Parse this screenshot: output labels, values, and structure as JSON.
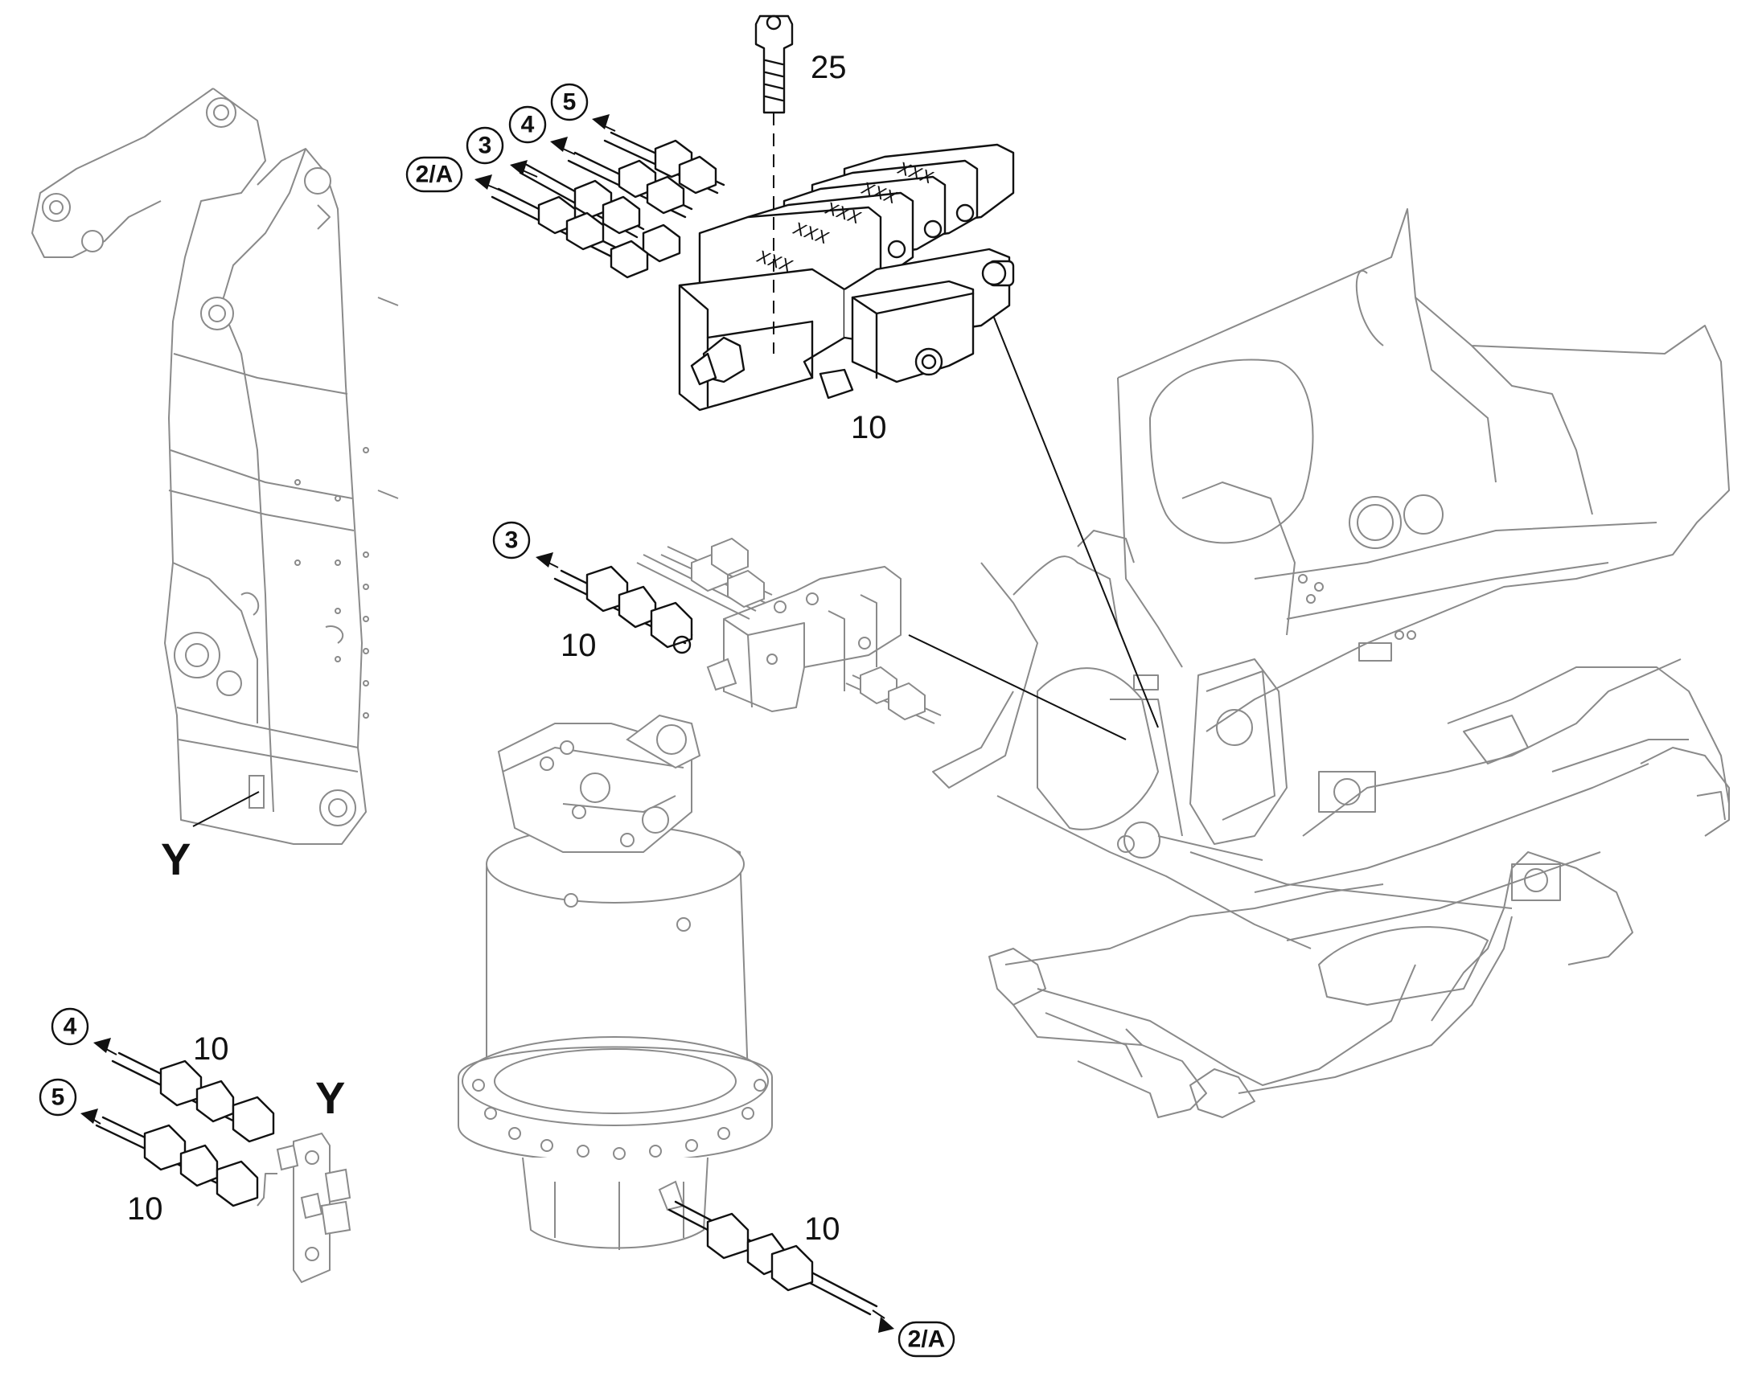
{
  "callouts": {
    "bolt_item": "25",
    "valve_item": "10",
    "mid_item": "10",
    "y_lines_item_upper": "10",
    "y_lines_item_lower": "10",
    "motor_line_item": "10",
    "detail_marker_boom": "Y",
    "detail_marker_fitting": "Y"
  },
  "circled_refs": {
    "top": [
      "2/A",
      "3",
      "4",
      "5"
    ],
    "middle": "3",
    "y_detail": [
      "4",
      "5"
    ],
    "motor": "2/A"
  },
  "valve_block_marking": "XXX"
}
